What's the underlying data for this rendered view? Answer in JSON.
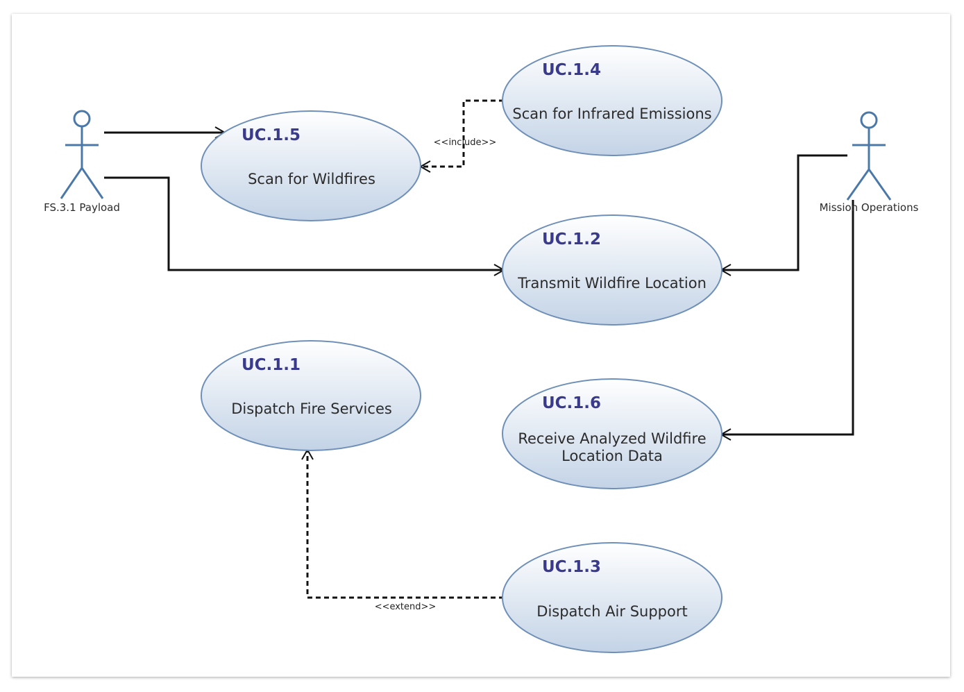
{
  "actors": {
    "payload": {
      "label": "FS.3.1 Payload"
    },
    "mission": {
      "label": "Mission Operations"
    }
  },
  "use_cases": {
    "uc15": {
      "id": "UC.1.5",
      "name": "Scan for Wildfires"
    },
    "uc14": {
      "id": "UC.1.4",
      "name": "Scan for Infrared Emissions"
    },
    "uc12": {
      "id": "UC.1.2",
      "name": "Transmit Wildfire Location"
    },
    "uc11": {
      "id": "UC.1.1",
      "name": "Dispatch Fire Services"
    },
    "uc16": {
      "id": "UC.1.6",
      "name_line1": "Receive Analyzed Wildfire",
      "name_line2": "Location Data"
    },
    "uc13": {
      "id": "UC.1.3",
      "name": "Dispatch Air Support"
    }
  },
  "relations": {
    "include_label": "<<include>>",
    "extend_label": "<<extend>>"
  },
  "colors": {
    "use_case_fill_top": "#ffffff",
    "use_case_fill_bottom": "#c3d3e6",
    "use_case_stroke": "#6e8fb8",
    "use_case_id": "#3a3a8c",
    "actor": "#4a78a8",
    "line": "#111111"
  }
}
